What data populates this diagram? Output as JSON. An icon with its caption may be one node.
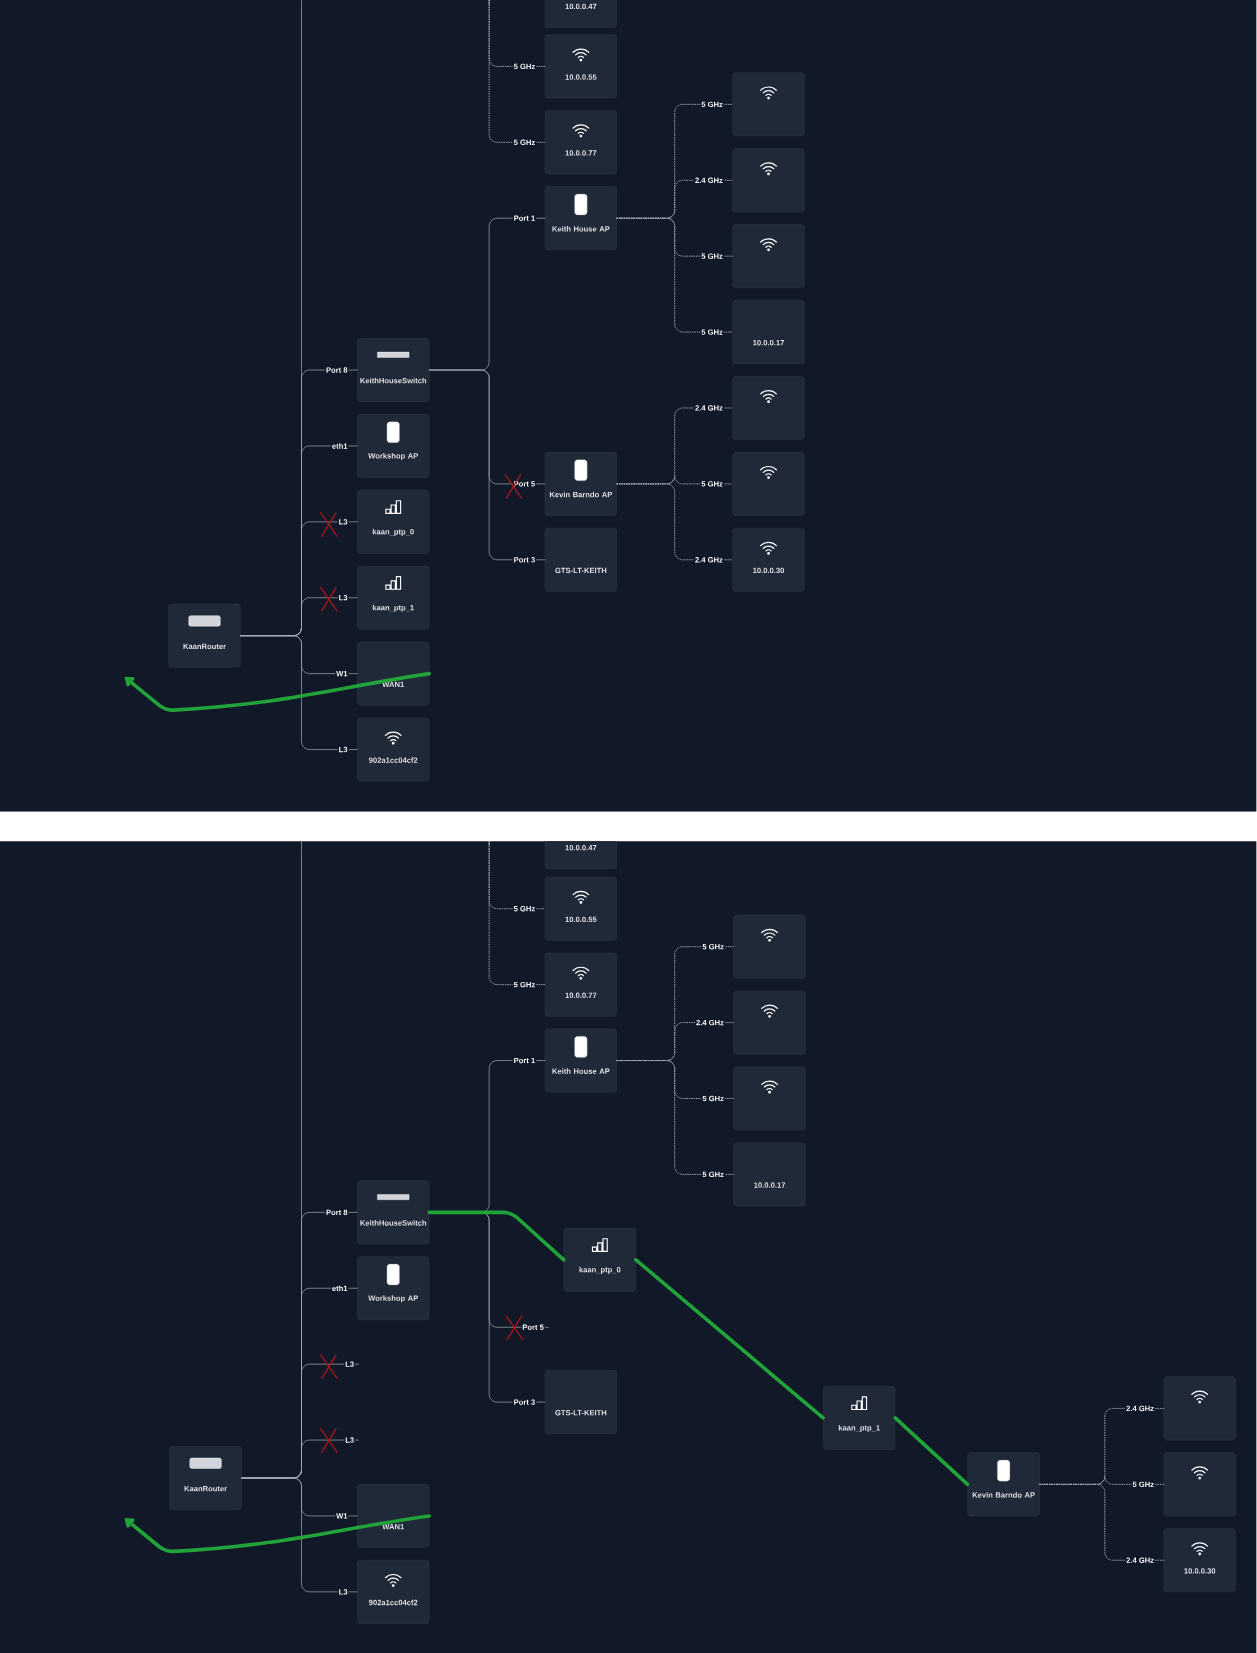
{
  "diagram": {
    "nodes": [
      {
        "text": [
          "10.0.0.47"
        ]
      },
      {
        "text": [
          "10.0.0.55"
        ]
      },
      {
        "text": [
          "10.0.0.77"
        ]
      },
      {
        "text": [
          "Keith House AP"
        ]
      },
      {
        "text": [],
        "shape": "box"
      },
      {
        "text": [],
        "shape": "box"
      },
      {
        "text": [],
        "shape": "box"
      },
      {
        "text": [
          "10.0.0.17"
        ]
      },
      {
        "text": [
          "KeithHouseSwitch"
        ]
      },
      {
        "text": [
          "Workshop AP"
        ]
      },
      {
        "text": [
          "kaan_ptp_0"
        ]
      },
      {
        "text": [
          "kaan_ptp_1"
        ]
      },
      {
        "text": [
          "Kevin Barndo AP"
        ]
      },
      {
        "text": [],
        "shape": "box"
      },
      {
        "text": [],
        "shape": "box"
      },
      {
        "text": [
          "10.0.0.30"
        ]
      },
      {
        "text": [
          "GTS-LT-KEITH"
        ]
      },
      {
        "text": [
          "KaanRouter"
        ]
      },
      {
        "text": [
          "WAN1"
        ]
      },
      {
        "text": [
          "902a1cc04cf2"
        ]
      },
      {
        "text": [
          "10.0.0.47"
        ]
      },
      {
        "text": [
          "10.0.0.55"
        ]
      },
      {
        "text": [
          "10.0.0.77"
        ]
      },
      {
        "text": [
          "Keith House AP"
        ]
      },
      {
        "text": [],
        "shape": "box"
      },
      {
        "text": [],
        "shape": "box"
      },
      {
        "text": [],
        "shape": "box"
      },
      {
        "text": [
          "10.0.0.17"
        ]
      },
      {
        "text": [
          "KeithHouseSwitch"
        ]
      },
      {
        "text": [
          "kaan_ptp_0"
        ]
      },
      {
        "text": [
          "Workshop AP"
        ]
      },
      {
        "text": [
          "GTS-LT-KEITH"
        ]
      },
      {
        "text": [
          "kaan_ptp_1"
        ]
      },
      {
        "text": [
          "KaanRouter"
        ]
      },
      {
        "text": [
          "Kevin Barndo AP"
        ]
      },
      {
        "text": [],
        "shape": "box"
      },
      {
        "text": [],
        "shape": "box"
      },
      {
        "text": [
          "10.0.0.30"
        ]
      },
      {
        "text": [
          "WAN1"
        ]
      },
      {
        "text": [
          "902a1cc04cf2"
        ]
      }
    ],
    "edges": [
      {
        "from": null,
        "to": 0,
        "arrow": "none",
        "style": "dashed"
      },
      {
        "from": null,
        "to": 1,
        "arrow": "none",
        "style": "dashed",
        "label": "5 GHz"
      },
      {
        "from": null,
        "to": 2,
        "arrow": "none",
        "style": "dashed",
        "label": "5 GHz"
      },
      {
        "from": 8,
        "to": 3,
        "arrow": "none",
        "label": "Port 1"
      },
      {
        "from": 3,
        "to": 4,
        "arrow": "none",
        "style": "dashed",
        "label": "5 GHz"
      },
      {
        "from": 3,
        "to": 5,
        "arrow": "none",
        "style": "dashed",
        "label": "2.4 GHz"
      },
      {
        "from": 3,
        "to": 6,
        "arrow": "none",
        "style": "dashed",
        "label": "5 GHz"
      },
      {
        "from": 3,
        "to": 7,
        "arrow": "none",
        "style": "dashed",
        "label": "5 GHz"
      },
      {
        "from": 17,
        "to": null,
        "arrow": "none"
      },
      {
        "from": 17,
        "to": 8,
        "arrow": "none",
        "label": "Port 8"
      },
      {
        "from": 17,
        "to": 9,
        "arrow": "none",
        "label": "eth1"
      },
      {
        "from": 17,
        "to": 10,
        "arrow": "none",
        "label": "L3"
      },
      {
        "from": 17,
        "to": 11,
        "arrow": "none",
        "label": "L3"
      },
      {
        "from": 17,
        "to": 18,
        "arrow": "none",
        "label": "W1"
      },
      {
        "from": 17,
        "to": 19,
        "arrow": "none",
        "label": "L3"
      },
      {
        "from": 8,
        "to": 12,
        "arrow": "none",
        "label": "Port 5"
      },
      {
        "from": 8,
        "to": 16,
        "arrow": "none",
        "label": "Port 3"
      },
      {
        "from": 12,
        "to": 13,
        "arrow": "none",
        "style": "dashed",
        "label": "2.4 GHz"
      },
      {
        "from": 12,
        "to": 14,
        "arrow": "none",
        "style": "dashed",
        "label": "5 GHz"
      },
      {
        "from": 12,
        "to": 15,
        "arrow": "none",
        "style": "dashed",
        "label": "2.4 GHz"
      },
      {
        "from": 18,
        "to": null,
        "arrow": "to",
        "style": "thick",
        "color": "#22a33a"
      },
      {
        "from": null,
        "to": 20,
        "arrow": "none",
        "style": "dashed"
      },
      {
        "from": null,
        "to": 21,
        "arrow": "none",
        "style": "dashed",
        "label": "5 GHz"
      },
      {
        "from": null,
        "to": 22,
        "arrow": "none",
        "style": "dashed",
        "label": "5 GHz"
      },
      {
        "from": 28,
        "to": 23,
        "arrow": "none",
        "label": "Port 1"
      },
      {
        "from": 23,
        "to": 24,
        "arrow": "none",
        "style": "dashed",
        "label": "5 GHz"
      },
      {
        "from": 23,
        "to": 25,
        "arrow": "none",
        "style": "dashed",
        "label": "2.4 GHz"
      },
      {
        "from": 23,
        "to": 26,
        "arrow": "none",
        "style": "dashed",
        "label": "5 GHz"
      },
      {
        "from": 23,
        "to": 27,
        "arrow": "none",
        "style": "dashed",
        "label": "5 GHz"
      },
      {
        "from": 33,
        "to": null,
        "arrow": "none"
      },
      {
        "from": 33,
        "to": 28,
        "arrow": "none",
        "label": "Port 8"
      },
      {
        "from": 33,
        "to": 30,
        "arrow": "none",
        "label": "eth1"
      },
      {
        "from": 33,
        "to": null,
        "arrow": "none",
        "label": "L3"
      },
      {
        "from": 33,
        "to": null,
        "arrow": "none",
        "label": "L3"
      },
      {
        "from": 33,
        "to": 38,
        "arrow": "none",
        "label": "W1"
      },
      {
        "from": 33,
        "to": 39,
        "arrow": "none",
        "label": "L3"
      },
      {
        "from": 28,
        "to": null,
        "arrow": "none",
        "label": "Port 5"
      },
      {
        "from": 28,
        "to": 31,
        "arrow": "none",
        "label": "Port 3"
      },
      {
        "from": 28,
        "to": 29,
        "arrow": "none",
        "style": "thick",
        "color": "#22a33a"
      },
      {
        "from": 29,
        "to": 32,
        "arrow": "none",
        "style": "thick",
        "color": "#22a33a"
      },
      {
        "from": 32,
        "to": 34,
        "arrow": "none",
        "style": "thick",
        "color": "#22a33a"
      },
      {
        "from": 34,
        "to": 35,
        "arrow": "none",
        "style": "dashed",
        "label": "2.4 GHz"
      },
      {
        "from": 34,
        "to": 36,
        "arrow": "none",
        "style": "dashed",
        "label": "5 GHz"
      },
      {
        "from": 34,
        "to": 37,
        "arrow": "none",
        "style": "dashed",
        "label": "2.4 GHz"
      },
      {
        "from": 38,
        "to": null,
        "arrow": "to",
        "style": "thick",
        "color": "#22a33a"
      }
    ]
  }
}
